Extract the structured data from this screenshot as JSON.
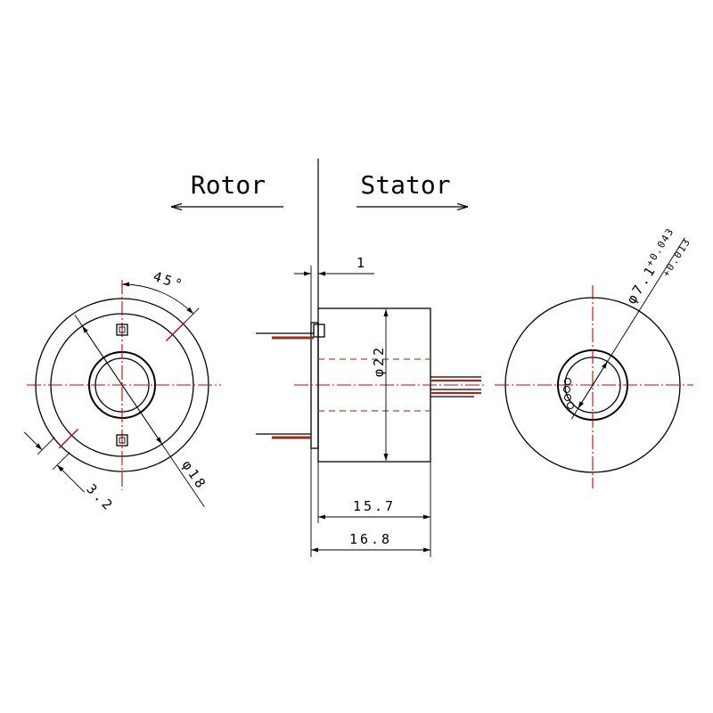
{
  "labels": {
    "rotor": "Rotor",
    "stator": "Stator",
    "angle": "45°",
    "flange_thickness": "1",
    "body_diameter": "φ22",
    "ring_diameter": "φ18",
    "slot_width": "3.2",
    "body_length": "15.7",
    "overall_length": "16.8",
    "bore_diameter": "φ7.1",
    "bore_tolerance_upper": "+0.043",
    "bore_tolerance_lower": "+0.013"
  },
  "colors": {
    "outline": "#000000",
    "center_line": "#cc0000",
    "wire": "#9b2b1b",
    "hidden_line": "#a0522d",
    "background": "#ffffff"
  }
}
